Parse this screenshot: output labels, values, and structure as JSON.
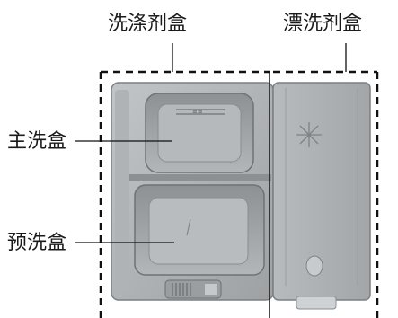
{
  "labels": {
    "detergent_box": "洗涤剂盒",
    "rinse_aid_box": "漂洗剂盒",
    "main_wash_box": "主洗盒",
    "prewash_box": "预洗盒"
  },
  "colors": {
    "dispenser_body": "#a8abad",
    "dispenser_shadow": "#7c7f82",
    "cavity": "#9a9da0",
    "line": "#111111"
  }
}
